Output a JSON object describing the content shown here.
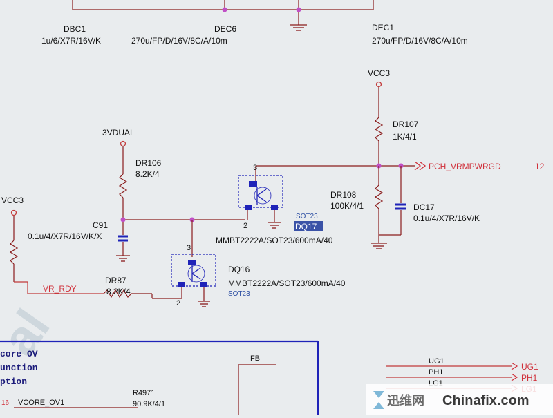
{
  "top_caps": {
    "dbc1": {
      "ref": "DBC1",
      "value": "1u/6/X7R/16V/K"
    },
    "dec6": {
      "ref": "DEC6",
      "value": "270u/FP/D/16V/8C/A/10m"
    },
    "dec1": {
      "ref": "DEC1",
      "value": "270u/FP/D/16V/8C/A/10m"
    }
  },
  "power": {
    "vcc3_right": "VCC3",
    "vcc3_left": "VCC3",
    "v3dual": "3VDUAL"
  },
  "resistors": {
    "dr107": {
      "ref": "DR107",
      "value": "1K/4/1"
    },
    "dr106": {
      "ref": "DR106",
      "value": "8.2K/4"
    },
    "dr108": {
      "ref": "DR108",
      "value": "100K/4/1"
    },
    "dr87": {
      "ref": "DR87",
      "value": "8.2K/4"
    },
    "r4971": {
      "ref": "R4971",
      "value": "90.9K/4/1"
    }
  },
  "capacitors": {
    "c91": {
      "ref": "C91",
      "value": "0.1u/4/X7R/16V/K/X"
    },
    "dc17": {
      "ref": "DC17",
      "value": "0.1u/4/X7R/16V/K"
    }
  },
  "transistors": {
    "dq17": {
      "ref": "DQ17",
      "part": "MMBT2222A/SOT23/600mA/40",
      "package": "SOT23"
    },
    "dq16": {
      "ref": "DQ16",
      "part": "MMBT2222A/SOT23/600mA/40",
      "package": "SOT23"
    }
  },
  "pins": {
    "dq17_collector": "3",
    "dq17_emitter": "2",
    "dq16_collector": "3",
    "dq16_emitter": "2"
  },
  "nets": {
    "pch_vrmpwrgd": "PCH_VRMPWRGD",
    "pch_vrmpwrgd_page": "12",
    "vr_rdy": "VR_RDY",
    "fb": "FB",
    "vcore_ov1": "VCORE_OV1",
    "vcore_ov1_page": "16",
    "ug1": "UG1",
    "ph1": "PH1",
    "lg1": "LG1"
  },
  "block": {
    "line1": "core OV",
    "line2": "unction",
    "line3": "ption"
  },
  "watermark": {
    "cn": "迅维网",
    "en": "Chinafix.com"
  },
  "colors": {
    "background": "#e9ecee",
    "wire": "#8a1c1c",
    "net_red": "#c23a3a",
    "block_blue": "#1f23b8",
    "junction": "#c04fc6"
  }
}
